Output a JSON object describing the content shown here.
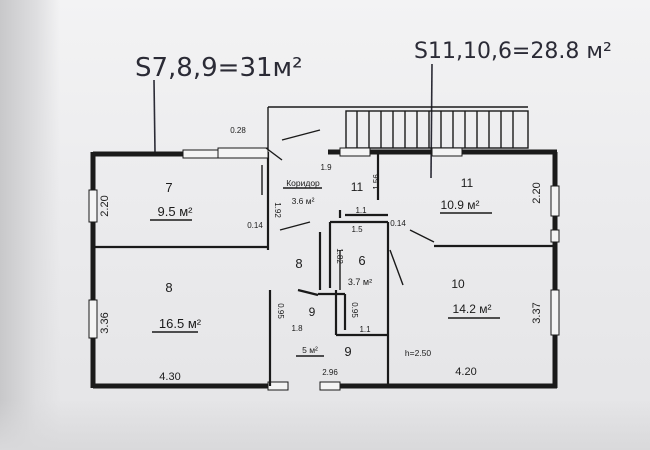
{
  "annotations": {
    "sum_left": "S7,8,9=31м²",
    "sum_right": "S11,10,6=28.8 м²"
  },
  "rooms": [
    {
      "id": "7",
      "number": "7",
      "area": "9.5 м²"
    },
    {
      "id": "8",
      "number": "8",
      "area": "16.5 м²"
    },
    {
      "id": "corridor",
      "number": "Коридор",
      "area": "3.6 м²"
    },
    {
      "id": "corridor-8",
      "number": "8",
      "area": ""
    },
    {
      "id": "11-small",
      "number": "11",
      "area": ""
    },
    {
      "id": "11",
      "number": "11",
      "area": "10.9 м²"
    },
    {
      "id": "6",
      "number": "6",
      "area": "3.7 м²"
    },
    {
      "id": "10",
      "number": "10",
      "area": "14.2 м²"
    },
    {
      "id": "9-upper",
      "number": "9",
      "area": "5 м²"
    },
    {
      "id": "9-lower",
      "number": "9",
      "area": ""
    }
  ],
  "dimensions": {
    "d_028": "0.28",
    "d_19": "1.9",
    "d_156": "1.56",
    "d_220_left": "2.20",
    "d_220_right": "2.20",
    "d_192": "1.92",
    "d_014_a": "0.14",
    "d_014_b": "0.14",
    "d_11_top": "1.1",
    "d_15": "1.5",
    "d_182": "1.82",
    "d_336": "3.36",
    "d_337": "3.37",
    "d_095_a": "0.95",
    "d_095_b": "0.95",
    "d_18": "1.8",
    "d_11_bottom": "1.1",
    "d_430": "4.30",
    "d_296": "2.96",
    "d_420": "4.20",
    "height": "h=2.50"
  }
}
